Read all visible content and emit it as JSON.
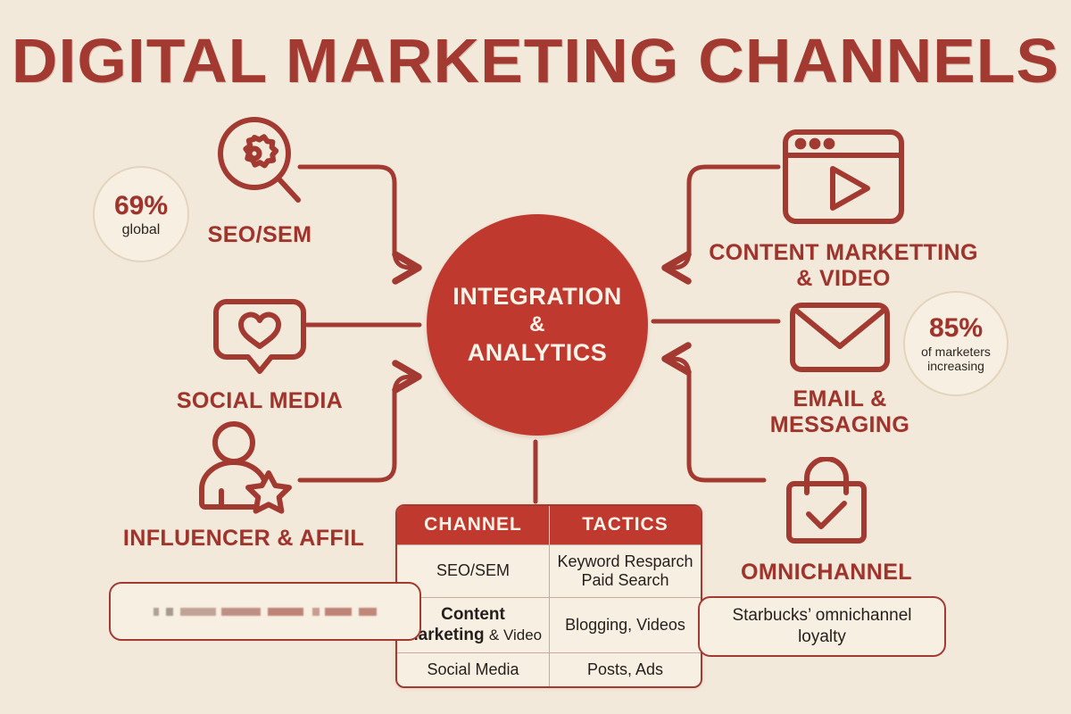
{
  "page": {
    "title": "DIGITAL MARKETING CHANNELS",
    "background_color": "#F3E9DA",
    "accent_color": "#C0392F",
    "text_color": "#9E342C"
  },
  "hub": {
    "line1": "INTEGRATION",
    "line2": "&",
    "line3": "ANALYTICS"
  },
  "nodes": [
    {
      "id": "seo",
      "label": "SEO/SEM",
      "icon": "magnifier-gear-icon"
    },
    {
      "id": "social",
      "label": "SOCIAL MEDIA",
      "icon": "speech-bubble-heart-icon"
    },
    {
      "id": "influencer",
      "label": "INFLUENCER & AFFIL",
      "icon": "person-star-icon"
    },
    {
      "id": "content",
      "label": "CONTENT MARKETTING & VIDEO",
      "icon": "browser-play-icon"
    },
    {
      "id": "email",
      "label": "EMAIL & MESSAGING",
      "icon": "envelope-icon"
    },
    {
      "id": "omnichannel",
      "label": "OMNICHANNEL",
      "icon": "shopping-bag-check-icon"
    }
  ],
  "badges": {
    "left": {
      "percent": "69%",
      "caption": "global"
    },
    "right": {
      "percent": "85%",
      "caption": "of marketers increasing"
    }
  },
  "table": {
    "headers": [
      "CHANNEL",
      "TACTICS"
    ],
    "rows": [
      {
        "channel": "SEO/SEM",
        "tactics": "Keyword Resparch Paid Search"
      },
      {
        "channel": "Content Marketing",
        "channel_suffix": "& Video",
        "tactics": "Blogging, Videos"
      },
      {
        "channel": "Social Media",
        "tactics": "Posts, Ads"
      }
    ]
  },
  "callouts": {
    "left": {
      "text": ""
    },
    "right": {
      "text": "Starbucks’ omnichannel loyalty"
    }
  }
}
